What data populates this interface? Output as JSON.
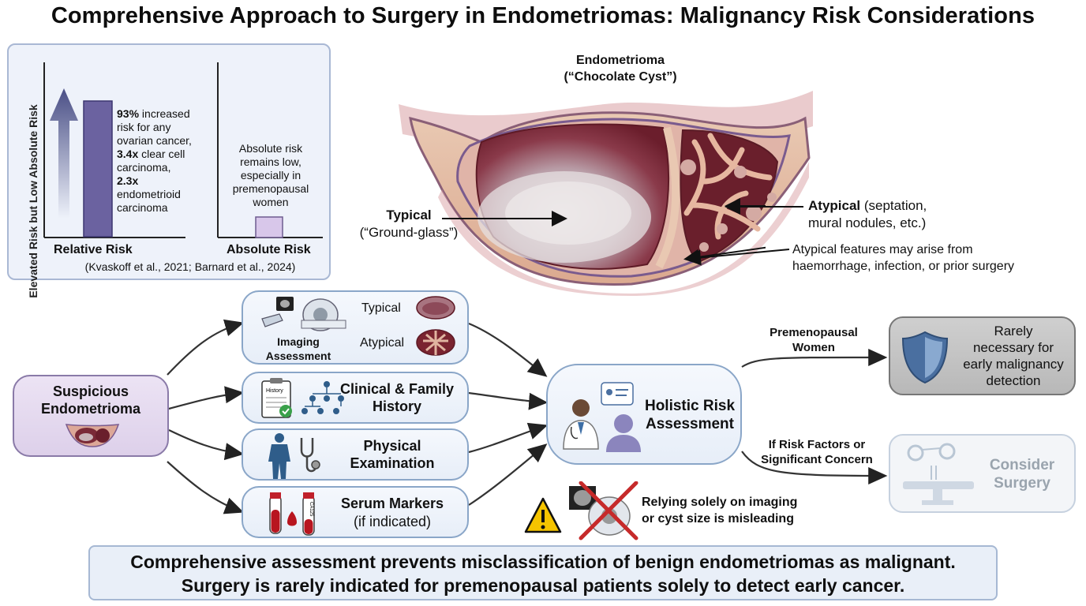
{
  "title": "Comprehensive Approach to Surgery in Endometriomas: Malignancy Risk Considerations",
  "risk_panel": {
    "y_label": "Elevated Risk but Low Absolute Risk",
    "relative": {
      "label": "Relative Risk",
      "line1_bold": "93%",
      "line1_rest": " increased",
      "line2": "risk for any",
      "line3": "ovarian cancer,",
      "line4_bold": "3.4x",
      "line4_rest": " clear cell",
      "line5": "carcinoma,",
      "line6_bold": "2.3x",
      "line7": "endometrioid",
      "line8": "carcinoma"
    },
    "absolute": {
      "label": "Absolute Risk",
      "lines": [
        "Absolute risk",
        "remains low,",
        "especially in",
        "premenopausal",
        "women"
      ]
    },
    "citation": "(Kvaskoff et al., 2021; Barnard et al., 2024)",
    "colors": {
      "relative_bar": "#6b62a0",
      "absolute_bar": "#d8c7ea"
    }
  },
  "cyst": {
    "title_line1": "Endometrioma",
    "title_line2": "(“Chocolate Cyst”)",
    "typical_bold": "Typical",
    "typical_sub": "(“Ground-glass”)",
    "atypical_bold": "Atypical",
    "atypical_rest": " (septation,",
    "atypical_line2": "mural nodules, etc.)",
    "atypical_note_line1": "Atypical features may arise from",
    "atypical_note_line2": "haemorrhage, infection, or prior surgery"
  },
  "flow": {
    "suspicious_line1": "Suspicious",
    "suspicious_line2": "Endometrioma",
    "imaging_line1": "Imaging",
    "imaging_line2": "Assessment",
    "typical": "Typical",
    "atypical": "Atypical",
    "clinical_line1": "Clinical & Family",
    "clinical_line2": "History",
    "clipboard_label": "History",
    "physical_line1": "Physical",
    "physical_line2": "Examination",
    "serum_line1": "Serum Markers",
    "serum_line2": "(if indicated)",
    "tube_label": "CA125",
    "holistic_line1": "Holistic Risk",
    "holistic_line2": "Assessment",
    "branch1_line1": "Premenopausal",
    "branch1_line2": "Women",
    "outcome1_lines": [
      "Rarely",
      "necessary for",
      "early malignancy",
      "detection"
    ],
    "branch2_line1": "If Risk Factors or",
    "branch2_line2": "Significant Concern",
    "outcome2_line1": "Consider",
    "outcome2_line2": "Surgery",
    "warning_line1": "Relying solely on imaging",
    "warning_line2": "or cyst size is misleading"
  },
  "conclusion": {
    "line1": "Comprehensive assessment prevents misclassification of benign endometriomas as malignant.",
    "line2": "Surgery is rarely indicated for premenopausal patients solely to detect early cancer."
  },
  "colors": {
    "box_border": "#8aa6c8",
    "suspicious_fill": "#e8def2",
    "suspicious_border": "#8a7aa8",
    "warning": "#f5c400",
    "cross": "#c62a2a"
  }
}
